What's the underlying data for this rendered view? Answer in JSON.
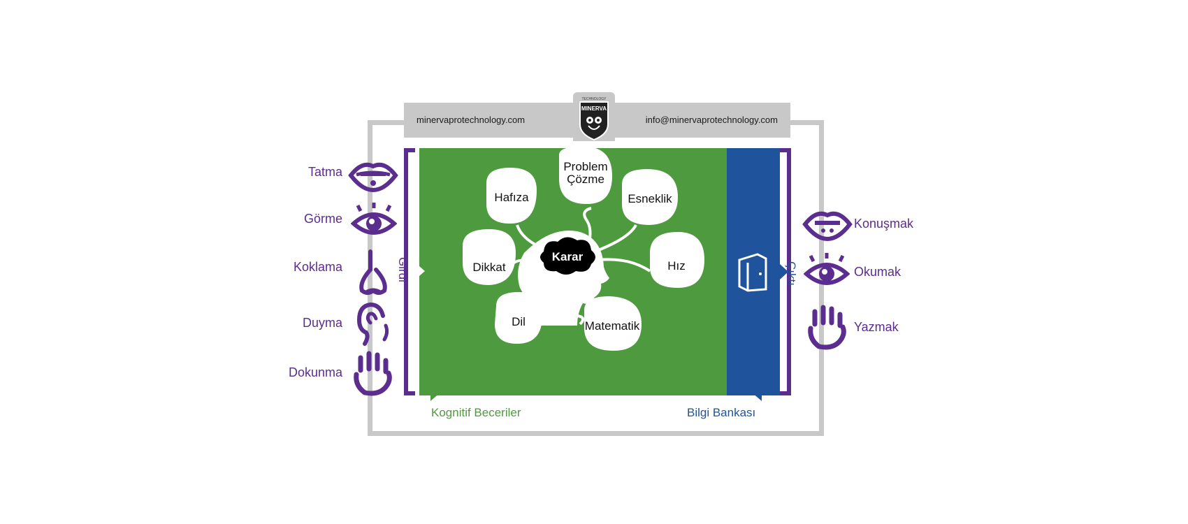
{
  "header": {
    "website": "minervaprotechnology.com",
    "email": "info@minervaprotechnology.com",
    "logo_text": "MINERVA",
    "logo_subtext": "TECHNOLOGY"
  },
  "inputs": {
    "label": "Girdi",
    "items": [
      "Tatma",
      "Görme",
      "Koklama",
      "Duyma",
      "Dokunma"
    ]
  },
  "outputs": {
    "label": "Çıktı",
    "items": [
      "Konuşmak",
      "Okumak",
      "Yazmak"
    ]
  },
  "center": {
    "label": "Karar",
    "skills": [
      "Problem",
      "Çözme",
      "Hafıza",
      "Esneklik",
      "Dikkat",
      "Hız",
      "Dil",
      "Matematik"
    ]
  },
  "panels": {
    "cognitive_label": "Kognitif Beceriler",
    "knowledge_label": "Bilgi Bankası"
  },
  "colors": {
    "purple": "#5b2d8e",
    "green": "#4e9a3e",
    "blue": "#1f539c",
    "gray": "#c8c8c8"
  }
}
